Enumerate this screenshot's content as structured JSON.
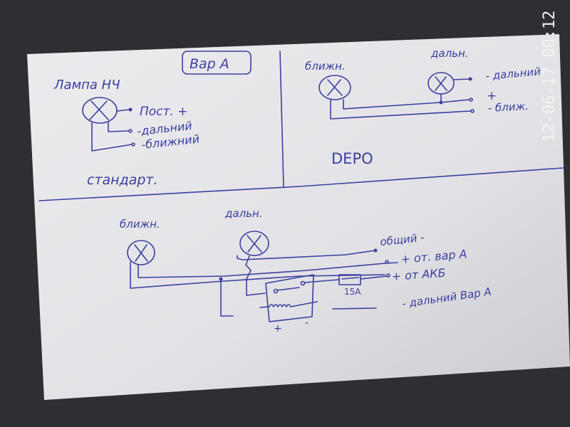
{
  "timestamp": "12-06-17 00:12",
  "colors": {
    "ink": "#3b3f9e",
    "paper": "#e6e6ea",
    "background": "#2e2f33"
  },
  "panel_top_left": {
    "variant_box": "Вар А",
    "lamp_title": "Лампа НЧ",
    "terminals": [
      "Пост. +",
      "-дальний",
      "-ближний"
    ],
    "caption": "стандарт."
  },
  "panel_top_right": {
    "lamp_low": "ближн.",
    "lamp_high": "дальн.",
    "terminals": [
      "- дальний",
      "+",
      "- ближ."
    ],
    "caption": "DEPO"
  },
  "panel_bottom": {
    "lamp_low": "ближн.",
    "lamp_high": "дальн.",
    "terminals": [
      "общий -",
      "+ от. вар А",
      "+ от АКБ",
      "- дальний Вар А"
    ],
    "fuse": "15A",
    "relay_plus": "+",
    "relay_minus": "-"
  }
}
